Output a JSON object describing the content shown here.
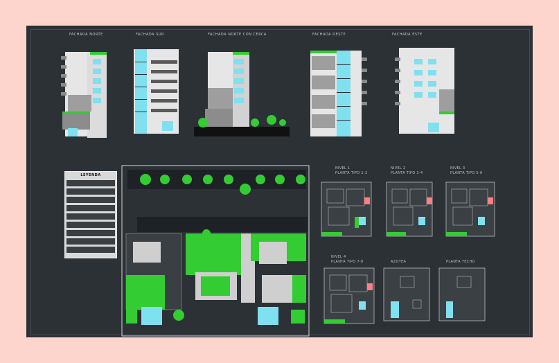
{
  "sheet": {
    "elevation_titles": [
      "FACHADA NORTE",
      "FACHADA SUR",
      "FACHADA NORTE CON CERCA",
      "FACHADA OESTE",
      "FACHADA ESTE"
    ],
    "legend_title": "LEYENDA",
    "plan_titles": {
      "nivel_1": "NIVEL 1",
      "planta_tipo_12": "PLANTA TIPO 1-2",
      "nivel_2": "NIVEL 2",
      "planta_tipo_34": "PLANTA TIPO 3-4",
      "nivel_3": "NIVEL 3",
      "planta_tipo_56": "PLANTA TIPO 5-6",
      "nivel_4": "NIVEL 4",
      "planta_tipo_78": "PLANTA TIPO 7-8",
      "azotea": "AZOTEA",
      "planta_techo": "PLANTA TECHO"
    }
  },
  "colors": {
    "background": "#fdd5cc",
    "sheet": "#2c3136",
    "green": "#33cc33",
    "cyan": "#7fe0ef",
    "building": "#e6e6e6"
  }
}
